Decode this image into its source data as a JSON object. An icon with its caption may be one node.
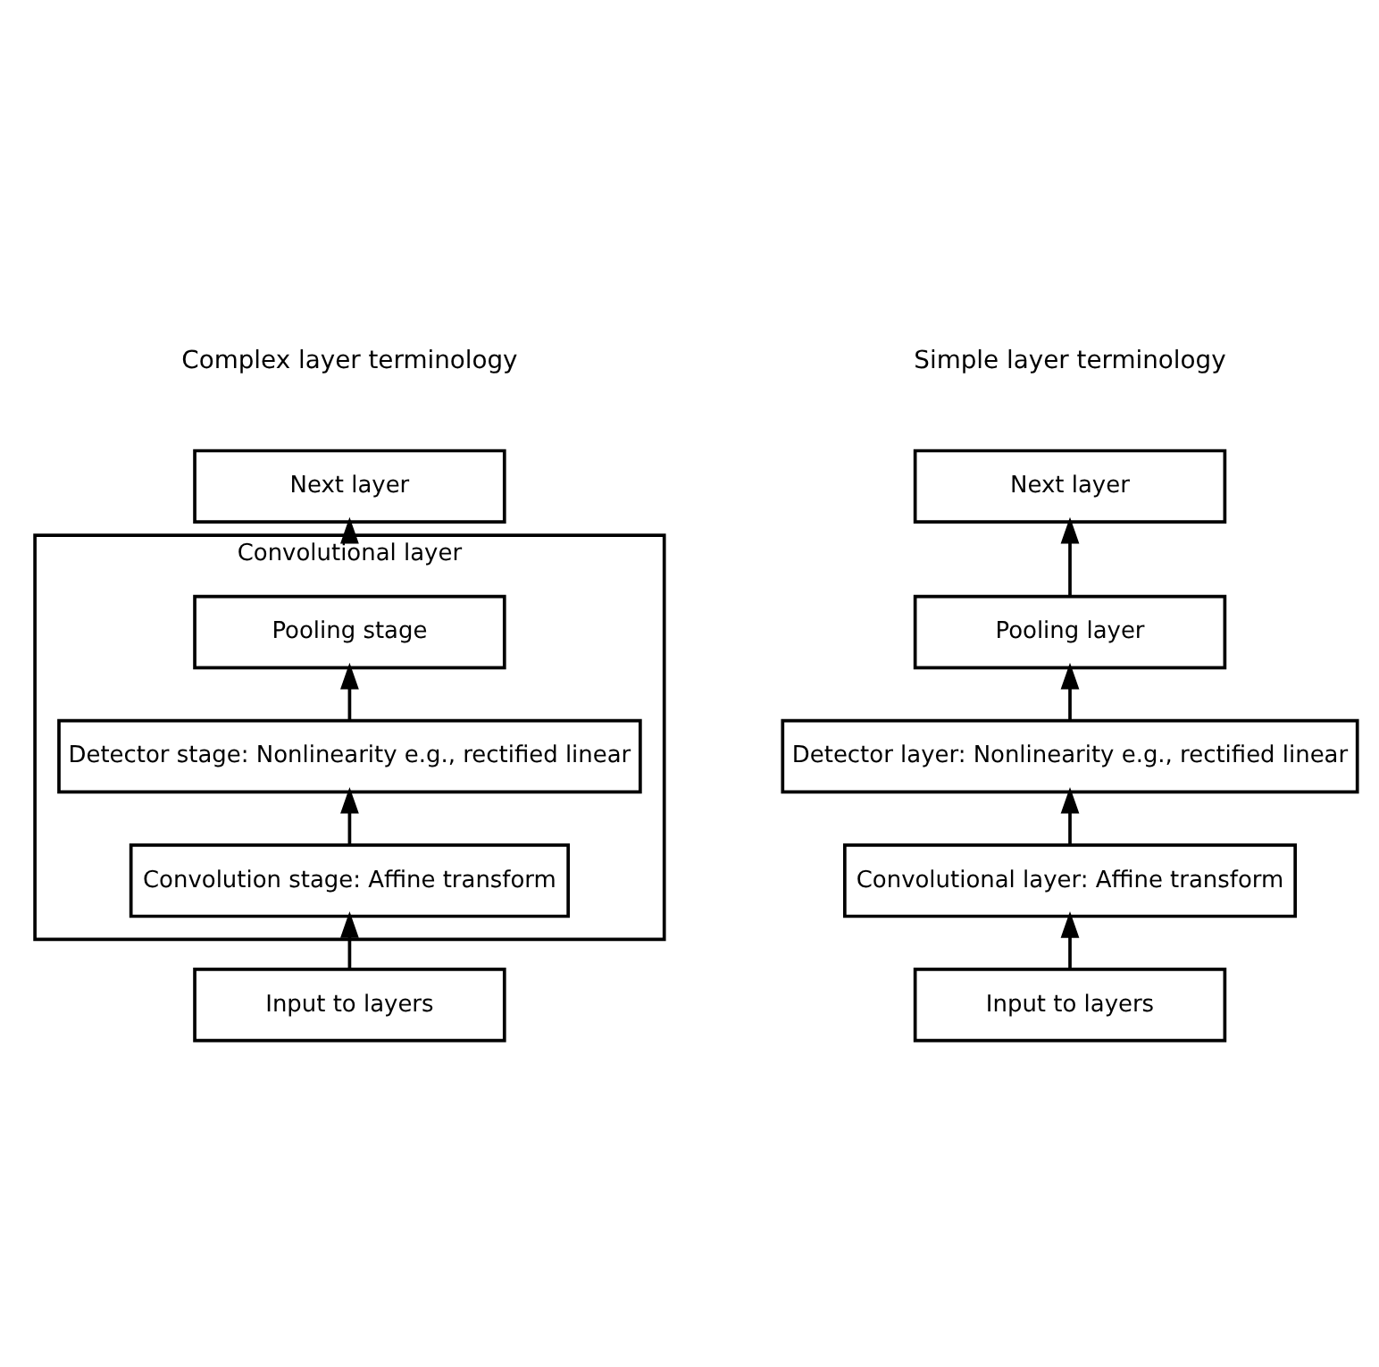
{
  "diagram": {
    "nodes": [
      {
        "text": [
          "Next layer"
        ]
      },
      {
        "text": [
          "Convolutional layer"
        ]
      },
      {
        "text": [
          "Pooling stage"
        ],
        "in": 1
      },
      {
        "text": [
          "Detector stage: Nonlinearity e.g., rectified linear"
        ],
        "in": 1
      },
      {
        "text": [
          "Convolution stage: Affine transform"
        ],
        "in": 1
      },
      {
        "text": [
          "Input to layers"
        ]
      },
      {
        "text": [
          "Next layer"
        ]
      },
      {
        "text": [
          "Pooling layer"
        ]
      },
      {
        "text": [
          "Detector layer: Nonlinearity e.g., rectified linear"
        ]
      },
      {
        "text": [
          "Convolutional layer: Affine transform"
        ]
      },
      {
        "text": [
          "Input to layers"
        ]
      }
    ],
    "edges": [
      {
        "from": 5,
        "to": 4,
        "arrow": "to"
      },
      {
        "from": 4,
        "to": 3,
        "arrow": "to"
      },
      {
        "from": 3,
        "to": 2,
        "arrow": "to"
      },
      {
        "from": 1,
        "to": 0,
        "arrow": "to"
      },
      {
        "from": 10,
        "to": 9,
        "arrow": "to"
      },
      {
        "from": 9,
        "to": 8,
        "arrow": "to"
      },
      {
        "from": 8,
        "to": 7,
        "arrow": "to"
      },
      {
        "from": 7,
        "to": 6,
        "arrow": "to"
      }
    ],
    "labels": [
      "Complex layer terminology",
      "Simple layer terminology"
    ]
  }
}
